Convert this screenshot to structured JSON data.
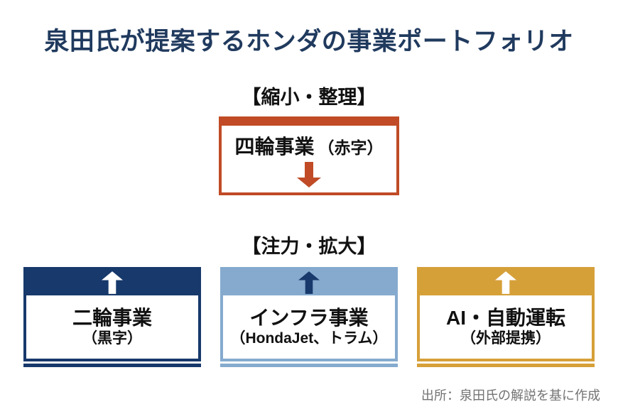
{
  "page": {
    "title": "泉田氏が提案するホンダの事業ポートフォリオ",
    "source_note": "出所：泉田氏の解説を基に作成",
    "background_color": "#ffffff",
    "title_color": "#203a5e"
  },
  "colors": {
    "shrink_red": "#c04b26",
    "navy": "#17396b",
    "light_blue": "#85aace",
    "gold": "#d6a039",
    "heading_black": "#111111",
    "source_gray": "#737373"
  },
  "shrink_section": {
    "heading": "【縮小・整理】",
    "box": {
      "label": "四輪事業",
      "sub_label": "（赤字）",
      "arrow": "down",
      "color": "#c04b26",
      "arrow_color": "#c04b26"
    }
  },
  "expand_section": {
    "heading": "【注力・拡大】",
    "boxes": [
      {
        "label": "二輪事業",
        "sub_label": "（黒字）",
        "arrow": "up",
        "color": "#17396b",
        "arrow_color": "#ffffff"
      },
      {
        "label": "インフラ事業",
        "sub_label": "（HondaJet、トラム）",
        "arrow": "up",
        "color": "#85aace",
        "arrow_color": "#17396b"
      },
      {
        "label": "AI・自動運転",
        "sub_label": "（外部提携）",
        "arrow": "up",
        "color": "#d6a039",
        "arrow_color": "#ffffff"
      }
    ]
  }
}
